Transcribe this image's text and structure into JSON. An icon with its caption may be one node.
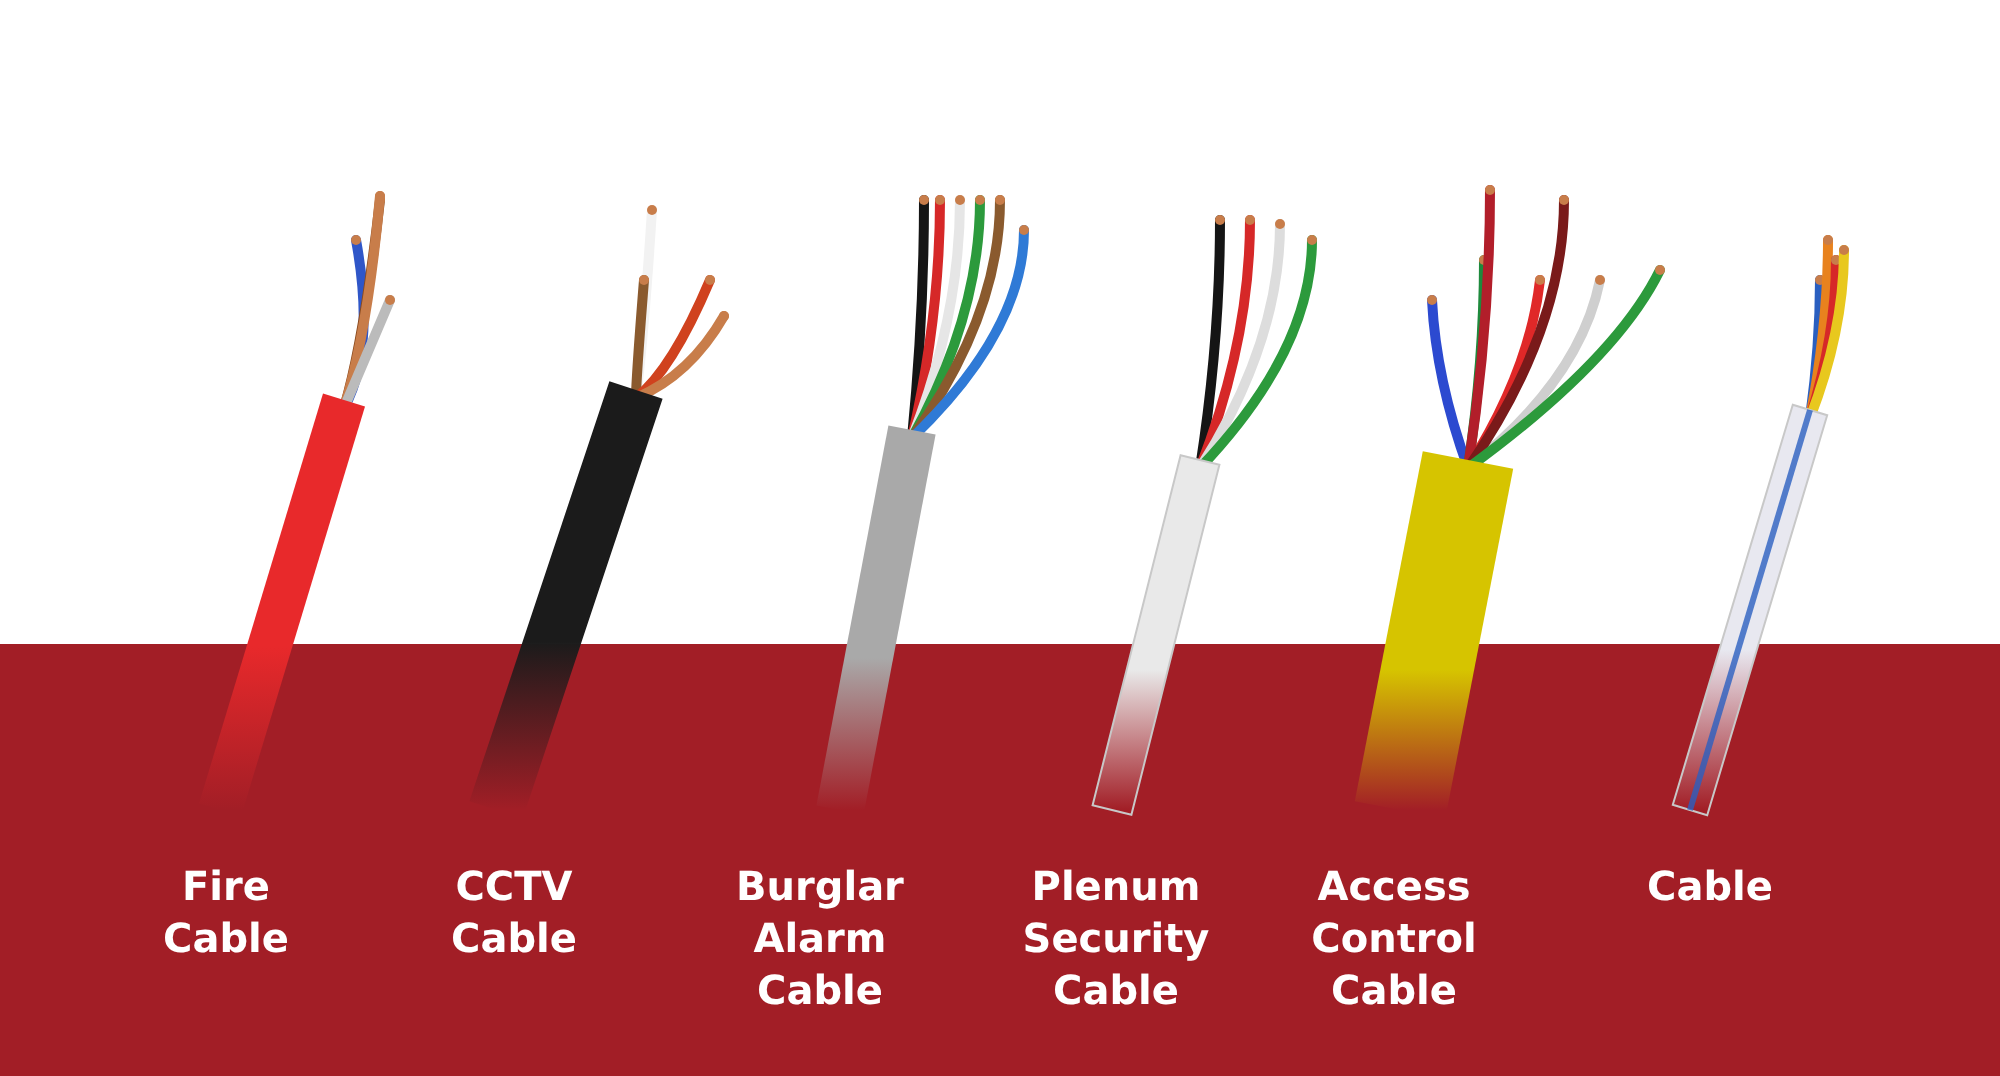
{
  "diagram": {
    "labels": [
      "Fire Cable",
      "CCTV Cable",
      "Burglar Alarm Cable",
      "Plenum Security Cable",
      "Access Control Cable",
      "Cable"
    ]
  }
}
